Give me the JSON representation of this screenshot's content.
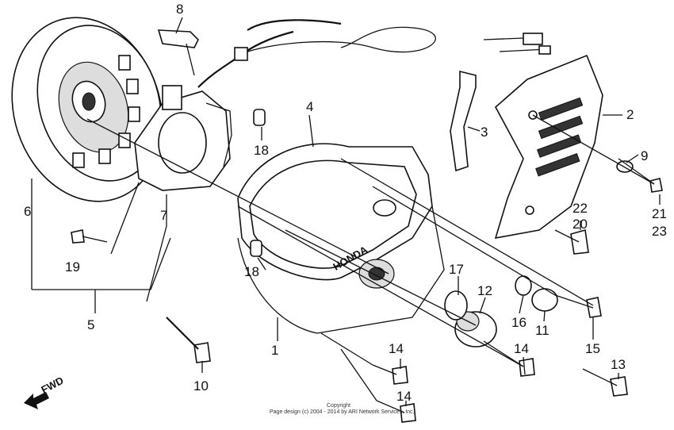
{
  "callouts": {
    "c1": "1",
    "c2": "2",
    "c3": "3",
    "c4": "4",
    "c5": "5",
    "c6": "6",
    "c7": "7",
    "c8": "8",
    "c9": "9",
    "c10": "10",
    "c11": "11",
    "c12": "12",
    "c13": "13",
    "c14a": "14",
    "c14b": "14",
    "c14c": "14",
    "c15": "15",
    "c16": "16",
    "c17": "17",
    "c18a": "18",
    "c18b": "18",
    "c19": "19",
    "c20": "20",
    "c21": "21",
    "c22": "22",
    "c23": "23"
  },
  "fwd_label": "FWD",
  "copyright": {
    "line1": "Copyright",
    "line2": "Page design (c) 2004 - 2014 by ARI Network Services, Inc."
  },
  "colors": {
    "ink": "#111111",
    "paper": "#ffffff"
  }
}
